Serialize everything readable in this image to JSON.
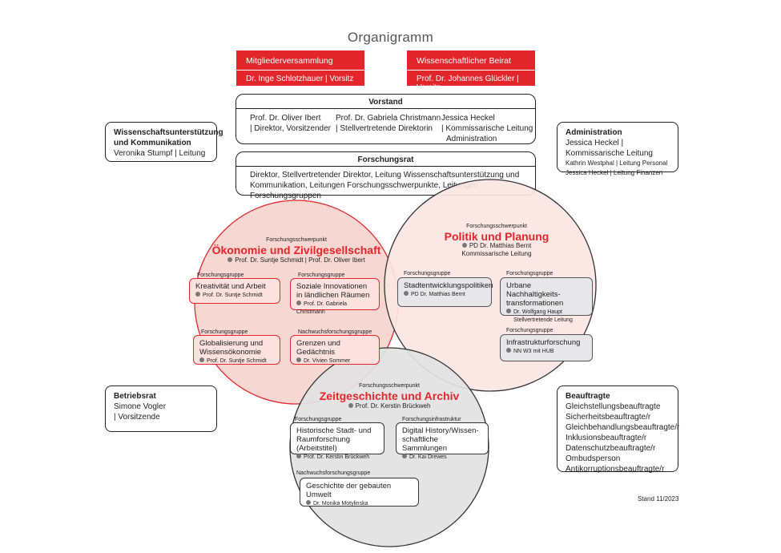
{
  "title": "Organigramm",
  "mitglieder": {
    "title": "Mitgliederversammlung",
    "sub": "Dr. Inge Schlotzhauer | Vorsitz"
  },
  "beirat": {
    "title": "Wissenschaftlicher Beirat",
    "sub": "Prof. Dr. Johannes Glückler | Vorsitz"
  },
  "vorstand": {
    "heading": "Vorstand",
    "col1": [
      "Prof. Dr. Oliver Ibert",
      "| Direktor, Vorsitzender"
    ],
    "col2": [
      "Prof. Dr. Gabriela Christmann",
      "| Stellvertretende Direktorin"
    ],
    "col3": [
      "Jessica Heckel",
      "| Kommissarische Leitung",
      "Administration"
    ]
  },
  "forschungsrat": {
    "heading": "Forschungsrat",
    "lines": [
      "Direktor, Stellvertretender Direktor, Leitung Wissenschaftsunterstützung und",
      "Kommunikation, Leitungen Forschungsschwerpunkte, Leitungen Forschungsgruppen"
    ]
  },
  "wissunt": {
    "title1": "Wissenschaftsunterstützung",
    "title2": "und Kommunikation",
    "sub": "Veronika Stumpf | Leitung"
  },
  "administration": {
    "title": "Administration",
    "lead": "Jessica Heckel | Kommissarische Leitung",
    "l1": "Kathrin Westphal | Leitung Personal",
    "l2": "Jessica Heckel | Leitung Finanzen"
  },
  "betriebsrat": {
    "title": "Betriebsrat",
    "l1": "Simone Vogler",
    "l2": "| Vorsitzende"
  },
  "beauftragte": {
    "title": "Beauftragte",
    "items": [
      "Gleichstellungsbeauftragte",
      "Sicherheitsbeauftragte/r",
      "Gleichbehandlungsbeauftragte/r",
      "Inklusionsbeauftragte/r",
      "Datenschutzbeauftragte/r",
      "Ombudsperson",
      "Antikorruptionsbeauftragte/r"
    ]
  },
  "stand": "Stand 11/2023",
  "oekonomie": {
    "cap": "Forschungsschwerpunkt",
    "name": "Ökonomie und Zivilgesellschaft",
    "lead": "Prof. Dr. Suntje Schmidt | Prof. Dr. Oliver Ibert",
    "g1": {
      "cap": "Forschungsgruppe",
      "name": "Kreativität und Arbeit",
      "person": "Prof. Dr. Suntje Schmidt"
    },
    "g2": {
      "cap": "Forschungsgruppe",
      "name1": "Soziale Innovationen",
      "name2": "in ländlichen Räumen",
      "person": "Prof. Dr. Gabriela Christmann"
    },
    "g3": {
      "cap": "Forschungsgruppe",
      "name1": "Globalisierung und",
      "name2": "Wissensökonomie",
      "person": "Prof. Dr. Suntje Schmidt"
    },
    "g4": {
      "cap": "Nachwuchsforschungsgruppe",
      "name": "Grenzen und Gedächtnis",
      "person": "Dr. Vivien Sommer"
    }
  },
  "politik": {
    "cap": "Forschungsschwerpunkt",
    "name": "Politik und Planung",
    "lead1": "PD Dr. Matthias Bernt",
    "lead2": "Kommissarische Leitung",
    "g1": {
      "cap": "Forschungsgruppe",
      "name": "Stadtentwicklungspolitiken",
      "person": "PD Dr. Matthias Bernt"
    },
    "g2": {
      "cap": "Forschungsgruppe",
      "name1": "Urbane Nachhaltigkeits-",
      "name2": "transformationen",
      "person": "Dr. Wolfgang Haupt",
      "person2": "Stellvertretende Leitung"
    },
    "g3": {
      "cap": "Forschungsgruppe",
      "name": "Infrastrukturforschung",
      "person": "NN W3 mit HUB"
    }
  },
  "zeitgeschichte": {
    "cap": "Forschungsschwerpunkt",
    "name": "Zeitgeschichte und Archiv",
    "lead": "Prof. Dr. Kerstin Brückweh",
    "g1": {
      "cap": "Forschungsgruppe",
      "name1": "Historische Stadt- und",
      "name2": "Raumforschung (Arbeitstitel)",
      "person": "Prof. Dr. Kerstin Brückweh"
    },
    "g2": {
      "cap": "Forschungsinfrastruktur",
      "name1": "Digital History/Wissen-",
      "name2": "schaftliche Sammlungen",
      "person": "Dr. Kai Drewes"
    },
    "g3": {
      "cap": "Nachwuchsforschungsgruppe",
      "name": "Geschichte der gebauten Umwelt",
      "person": "Dr. Monika Motylinska"
    }
  }
}
